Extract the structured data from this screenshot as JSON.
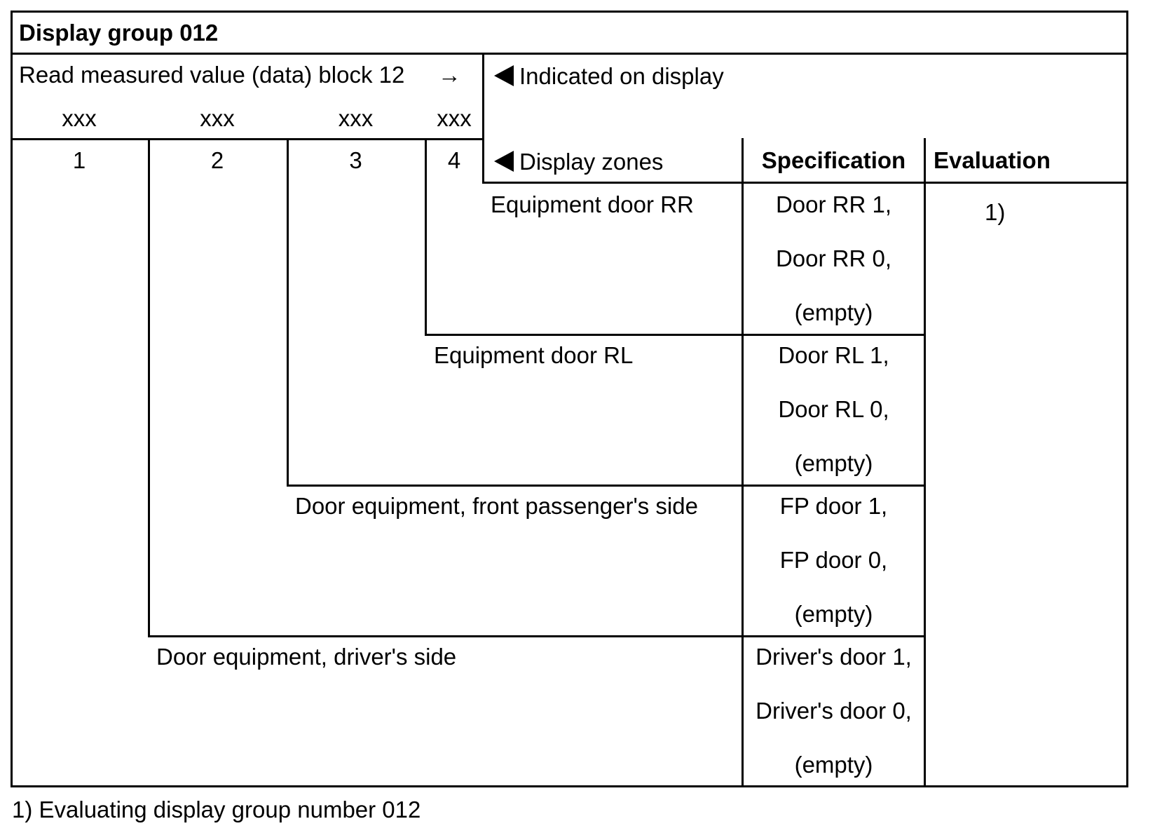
{
  "header": {
    "title": "Display group 012",
    "read_block": "Read measured value (data) block 12",
    "arrow": "→",
    "indicated_on_display": "Indicated on display",
    "display_zones": "Display zones",
    "specification": "Specification",
    "evaluation": "Evaluation"
  },
  "columns": {
    "values": [
      "xxx",
      "xxx",
      "xxx",
      "xxx"
    ],
    "numbers": [
      "1",
      "2",
      "3",
      "4"
    ]
  },
  "rows": [
    {
      "zone": "Equipment door RR",
      "spec": [
        "Door RR 1,",
        "Door RR 0,",
        "(empty)"
      ]
    },
    {
      "zone": "Equipment door RL",
      "spec": [
        "Door RL 1,",
        "Door RL 0,",
        "(empty)"
      ]
    },
    {
      "zone": "Door equipment, front passenger's side",
      "spec": [
        "FP door 1,",
        "FP door 0,",
        "(empty)"
      ]
    },
    {
      "zone": "Door equipment, driver's side",
      "spec": [
        "Driver's door 1,",
        "Driver's door 0,",
        "(empty)"
      ]
    }
  ],
  "evaluation_ref": "1)",
  "footnote": "1) Evaluating display group number 012"
}
